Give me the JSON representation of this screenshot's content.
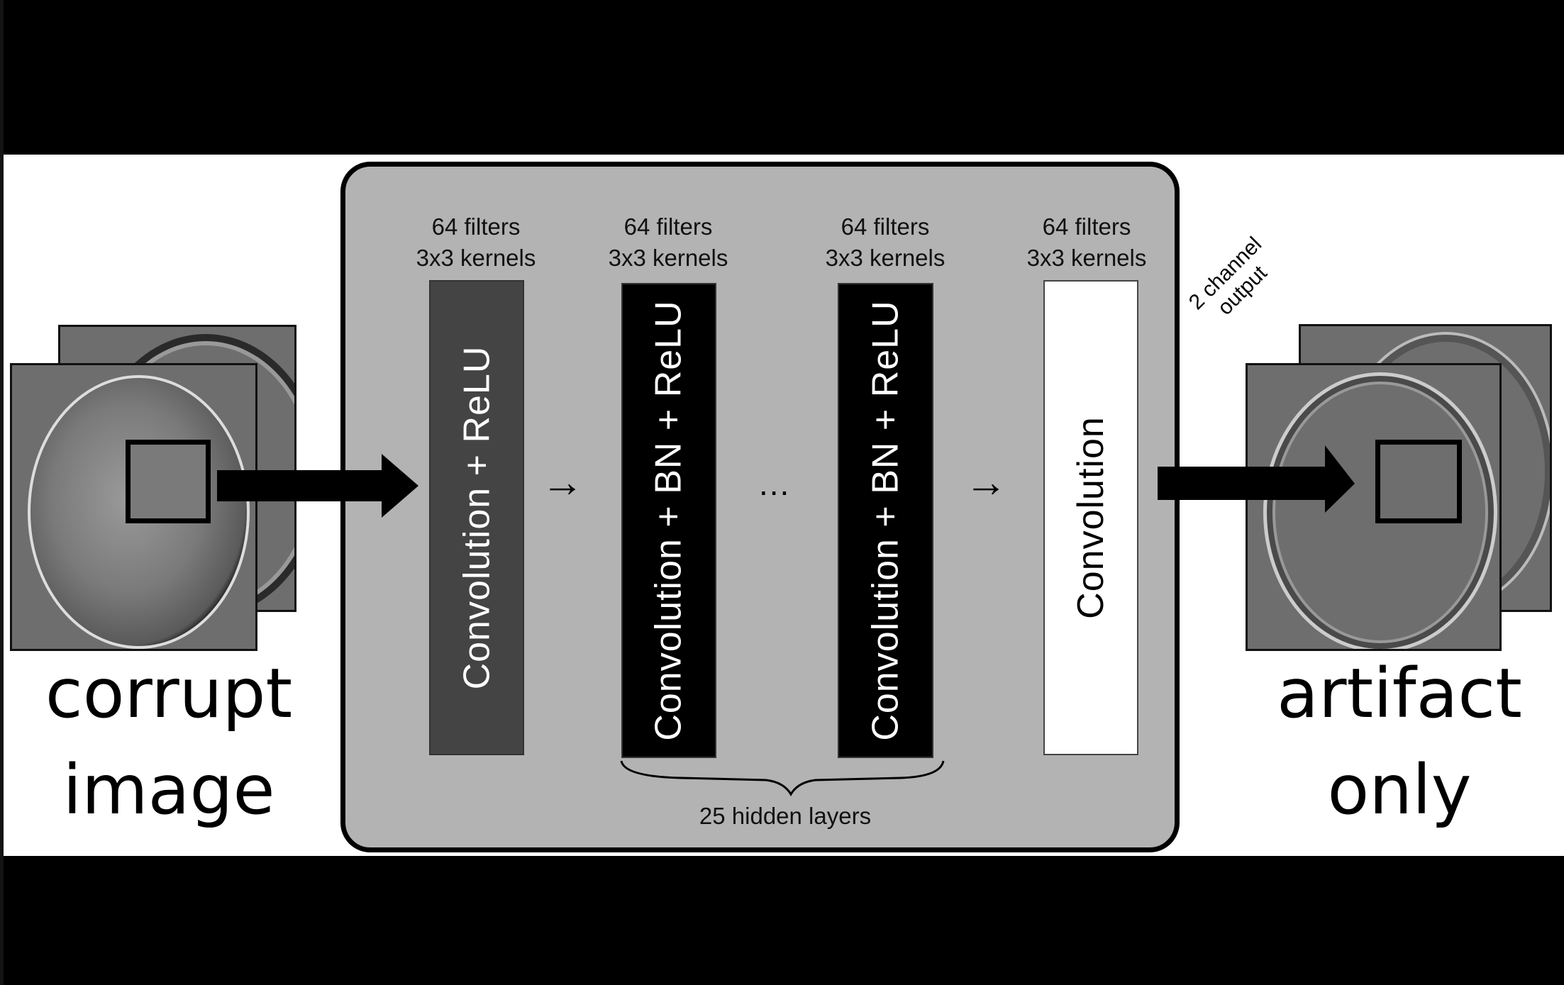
{
  "diagram": {
    "input": {
      "label_line1": "corrupt",
      "label_line2": "image"
    },
    "output": {
      "label_line1": "artifact",
      "label_line2": "only",
      "channel_note_line1": "2 channel",
      "channel_note_line2": "output"
    },
    "layers": [
      {
        "header_line1": "64 filters",
        "header_line2": "3x3 kernels",
        "label": "Convolution + ReLU",
        "style": "dark"
      },
      {
        "header_line1": "64 filters",
        "header_line2": "3x3 kernels",
        "label": "Convolution + BN + ReLU",
        "style": "black"
      },
      {
        "header_line1": "64 filters",
        "header_line2": "3x3 kernels",
        "label": "Convolution + BN + ReLU",
        "style": "black"
      },
      {
        "header_line1": "64 filters",
        "header_line2": "3x3 kernels",
        "label": "Convolution",
        "style": "white"
      }
    ],
    "ellipsis": "...",
    "arrow_glyph": "→",
    "hidden_layers_label": "25 hidden layers",
    "colors": {
      "panel": "#b3b3b3",
      "first_layer": "#444444",
      "hidden_layer": "#000000",
      "last_layer": "#ffffff",
      "image_bg": "#6e6e6e"
    }
  }
}
